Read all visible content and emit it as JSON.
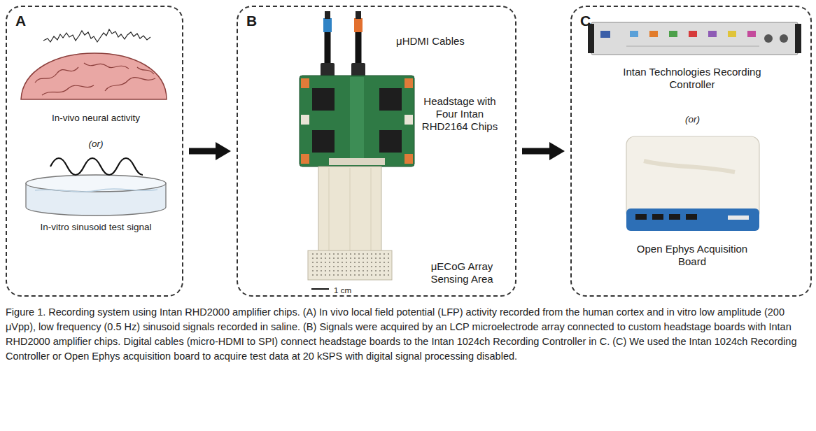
{
  "diagram": {
    "caption": "Figure 1. Recording system using Intan RHD2000 amplifier chips. (A) In vivo local field potential (LFP) activity recorded from the human cortex and in vitro low amplitude (200 μVpp), low frequency (0.5 Hz) sinusoid signals recorded in saline. (B) Signals were acquired by an LCP microelectrode array connected to custom headstage boards with Intan RHD2000 amplifier chips. Digital cables (micro-HDMI to SPI) connect headstage boards to the Intan 1024ch Recording Controller in C. (C) We used the Intan 1024ch Recording Controller or Open Ephys acquisition board to acquire test data at 20 kSPS with digital signal processing disabled.",
    "nodes": [
      {
        "text": [
          "A",
          "In-vivo neural activity",
          "(or)",
          "In-vitro sinusoid test signal"
        ]
      },
      {
        "text": [
          "B",
          "μHDMI Cables",
          "Headstage with Four Intan RHD2164 Chips",
          "μECoG Array Sensing Area",
          "1 cm"
        ]
      },
      {
        "text": [
          "C",
          "Intan Technologies Recording Controller",
          "(or)",
          "Open Ephys Acquisition Board"
        ]
      }
    ],
    "edges": [
      {
        "from": 0,
        "to": 1,
        "arrow": "to"
      },
      {
        "from": 1,
        "to": 2,
        "arrow": "to"
      }
    ]
  }
}
